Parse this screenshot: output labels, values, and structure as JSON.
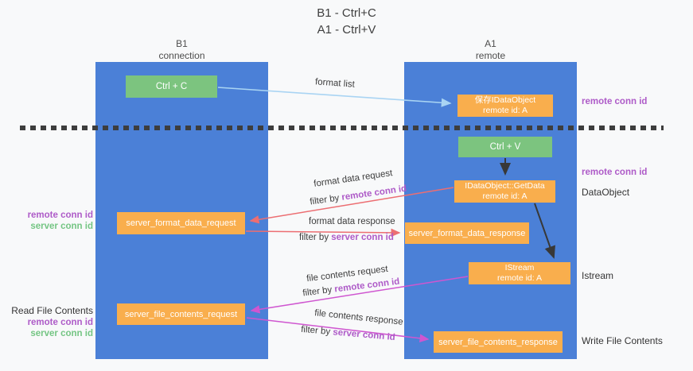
{
  "title": {
    "line1": "B1 - Ctrl+C",
    "line2": "A1 - Ctrl+V"
  },
  "columns": {
    "b1": {
      "title": "B1",
      "subtitle": "connection"
    },
    "a1": {
      "title": "A1",
      "subtitle": "remote"
    }
  },
  "boxes": {
    "ctrl_c": {
      "label": "Ctrl + C"
    },
    "ctrl_v": {
      "label": "Ctrl + V"
    },
    "saved_idataobject": {
      "line1": "保存IDataObject",
      "line2": "remote id: A"
    },
    "getdata": {
      "line1": "IDataObject::GetData",
      "line2": "remote id: A"
    },
    "istream": {
      "line1": "IStream",
      "line2": "remote id: A"
    },
    "format_request": {
      "label": "server_format_data_request"
    },
    "format_response": {
      "label": "server_format_data_response"
    },
    "file_request": {
      "label": "server_file_contents_request"
    },
    "file_response": {
      "label": "server_file_contents_response"
    }
  },
  "arrow_labels": {
    "format_list": "format list",
    "format_request": {
      "line1": "format data request",
      "filter_prefix": "filter by ",
      "filter_key": "remote conn id"
    },
    "format_response": {
      "line1": "format data response",
      "filter_prefix": "filter by ",
      "filter_key": "server conn id"
    },
    "file_request": {
      "line1": "file contents request",
      "filter_prefix": "filter by ",
      "filter_key": "remote conn id"
    },
    "file_response": {
      "line1": "file contents response",
      "filter_prefix": "filter by ",
      "filter_key": "server conn id"
    }
  },
  "side_labels": {
    "right": [
      {
        "text": "remote conn id"
      },
      {
        "text": "remote conn id"
      },
      {
        "text": "DataObject"
      },
      {
        "text": "Istream"
      },
      {
        "text": "Write File Contents"
      }
    ],
    "left": [
      {
        "text": "remote conn id"
      },
      {
        "text": "server conn id"
      },
      {
        "text": "Read File Contents"
      },
      {
        "text": "remote conn id"
      },
      {
        "text": "server conn id"
      }
    ]
  },
  "colors": {
    "background": "#f8f9fa",
    "lifeline_blue": "#4b80d7",
    "box_orange": "#f9ae4d",
    "box_green": "#7cc47f",
    "arrow_light_blue": "#a9d4f3",
    "arrow_black": "#383838",
    "arrow_salmon": "#ec6e72",
    "arrow_magenta": "#cf56d0",
    "text_purple": "#ae5bc8",
    "text_green": "#74c583",
    "dashed_line": "#3d3d3d"
  }
}
